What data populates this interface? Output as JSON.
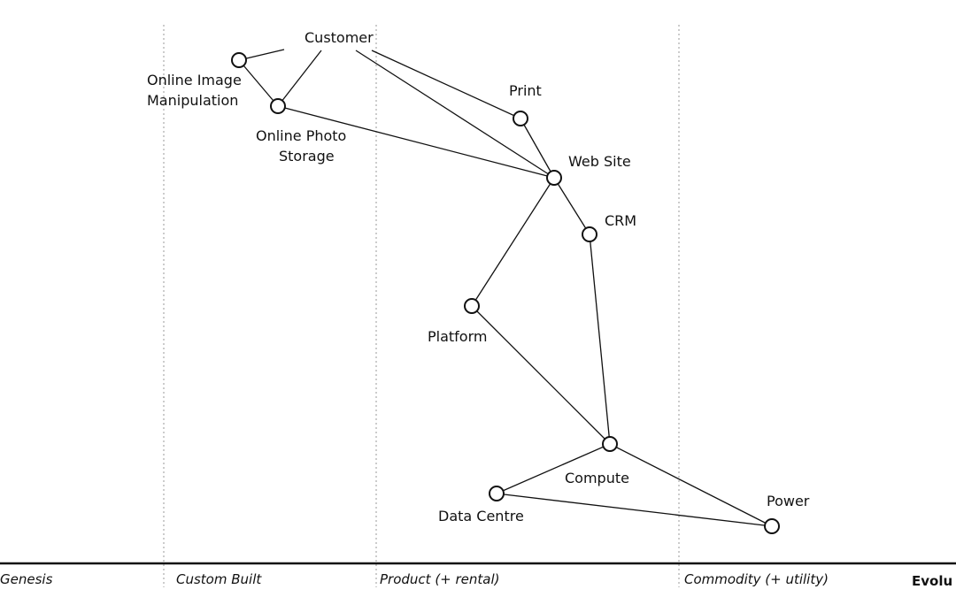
{
  "colors": {
    "line": "#111111",
    "node_fill": "#ffffff",
    "divider": "#9a9a9a",
    "axis": "#111111"
  },
  "nodes": {
    "customer": "Customer",
    "online_image_line1": "Online Image",
    "online_image_line2": "Manipulation",
    "online_photo_line1": "Online Photo",
    "online_photo_line2": "Storage",
    "print": "Print",
    "web_site": "Web Site",
    "crm": "CRM",
    "platform": "Platform",
    "compute": "Compute",
    "data_centre": "Data Centre",
    "power": "Power"
  },
  "axis": {
    "stages": [
      "Genesis",
      "Custom Built",
      "Product (+ rental)",
      "Commodity (+ utility)"
    ],
    "title": "Evolu"
  }
}
